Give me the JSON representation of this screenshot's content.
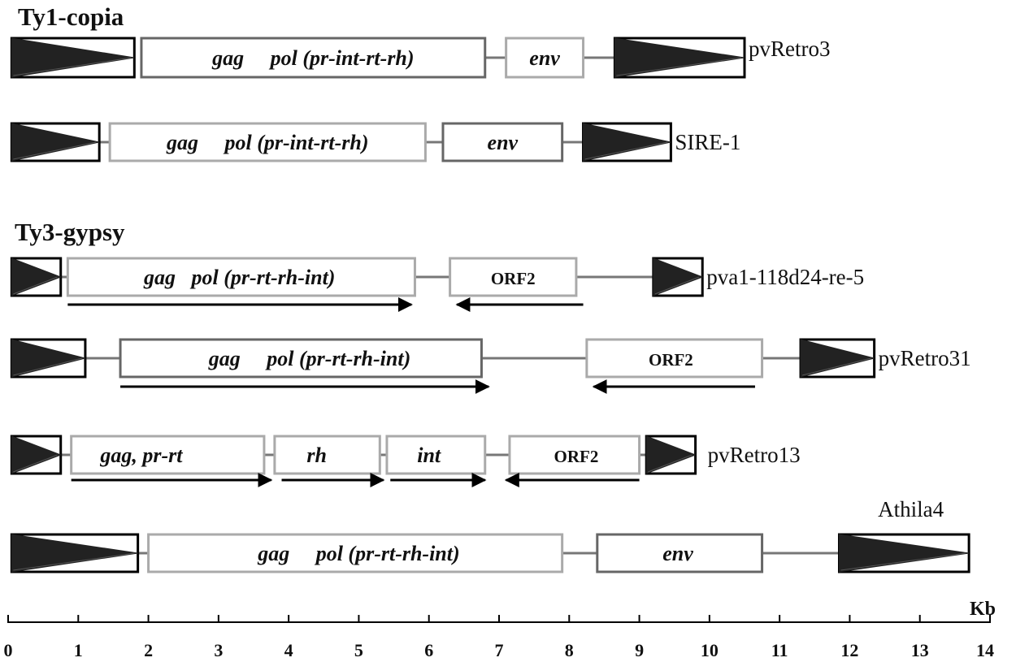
{
  "sections": [
    {
      "id": "ty1",
      "title": "Ty1-copia"
    },
    {
      "id": "ty3",
      "title": "Ty3-gypsy"
    }
  ],
  "elements": [
    {
      "id": "pvretro3",
      "name": "pvRetro3",
      "ltrs": [
        {
          "start": 0.05,
          "end": 1.8,
          "style": "black"
        },
        {
          "start": 8.65,
          "end": 10.5,
          "style": "black"
        }
      ],
      "connectors": [
        [
          6.8,
          7.1
        ],
        [
          8.2,
          8.65
        ]
      ],
      "genes": [
        {
          "label": "gag     pol (pr-int-rt-rh)",
          "start": 1.9,
          "end": 6.8,
          "stroke": "#666666",
          "text_kb": 4.35,
          "kind": "italic"
        },
        {
          "label": "env",
          "start": 7.1,
          "end": 8.2,
          "stroke": "#aaaaaa",
          "text_kb": 7.65,
          "kind": "italic"
        }
      ],
      "arrows": []
    },
    {
      "id": "sire1",
      "name": "SIRE-1",
      "ltrs": [
        {
          "start": 0.05,
          "end": 1.3,
          "style": "black"
        },
        {
          "start": 8.2,
          "end": 9.45,
          "style": "black"
        }
      ],
      "connectors": [
        [
          1.3,
          1.45
        ],
        [
          5.95,
          6.2
        ],
        [
          7.9,
          8.2
        ]
      ],
      "genes": [
        {
          "label": "gag     pol (pr-int-rt-rh)",
          "start": 1.45,
          "end": 5.95,
          "stroke": "#aaaaaa",
          "text_kb": 3.7,
          "kind": "italic"
        },
        {
          "label": "env",
          "start": 6.2,
          "end": 7.9,
          "stroke": "#666666",
          "text_kb": 7.05,
          "kind": "italic"
        }
      ],
      "arrows": []
    },
    {
      "id": "pva1",
      "name": "pva1-118d24-re-5",
      "ltrs": [
        {
          "start": 0.05,
          "end": 0.75,
          "style": "black"
        },
        {
          "start": 9.2,
          "end": 9.9,
          "style": "black"
        }
      ],
      "connectors": [
        [
          0.75,
          0.85
        ],
        [
          5.8,
          6.3
        ],
        [
          8.1,
          9.2
        ]
      ],
      "genes": [
        {
          "label": "gag   pol (pr-rt-rh-int)",
          "start": 0.85,
          "end": 5.8,
          "stroke": "#aaaaaa",
          "text_kb": 3.3,
          "kind": "italic"
        },
        {
          "label": "ORF2",
          "start": 6.3,
          "end": 8.1,
          "stroke": "#aaaaaa",
          "text_kb": 7.2,
          "kind": "orf"
        }
      ],
      "arrows": [
        {
          "from": 0.85,
          "to": 5.75,
          "direction": "right"
        },
        {
          "from": 6.4,
          "to": 8.2,
          "direction": "left"
        }
      ]
    },
    {
      "id": "pvretro31",
      "name": "pvRetro31",
      "ltrs": [
        {
          "start": 0.05,
          "end": 1.1,
          "style": "black"
        },
        {
          "start": 11.3,
          "end": 12.35,
          "style": "black"
        }
      ],
      "connectors": [
        [
          1.1,
          1.6
        ],
        [
          6.75,
          8.25
        ],
        [
          10.75,
          11.3
        ]
      ],
      "genes": [
        {
          "label": "gag     pol (pr-rt-rh-int)",
          "start": 1.6,
          "end": 6.75,
          "stroke": "#666666",
          "text_kb": 4.3,
          "kind": "italic"
        },
        {
          "label": "ORF2",
          "start": 8.25,
          "end": 10.75,
          "stroke": "#aaaaaa",
          "text_kb": 9.45,
          "kind": "orf"
        }
      ],
      "arrows": [
        {
          "from": 1.6,
          "to": 6.85,
          "direction": "right"
        },
        {
          "from": 8.35,
          "to": 10.65,
          "direction": "left"
        }
      ]
    },
    {
      "id": "pvretro13",
      "name": "pvRetro13",
      "ltrs": [
        {
          "start": 0.05,
          "end": 0.75,
          "style": "black"
        },
        {
          "start": 9.1,
          "end": 9.8,
          "style": "black"
        }
      ],
      "connectors": [
        [
          0.75,
          0.9
        ],
        [
          3.65,
          3.8
        ],
        [
          5.3,
          5.4
        ],
        [
          6.8,
          7.15
        ],
        [
          9.0,
          9.1
        ]
      ],
      "genes": [
        {
          "label": "gag, pr-rt",
          "start": 0.9,
          "end": 3.65,
          "stroke": "#aaaaaa",
          "text_kb": 1.9,
          "kind": "italic"
        },
        {
          "label": "rh",
          "start": 3.8,
          "end": 5.3,
          "stroke": "#aaaaaa",
          "text_kb": 4.4,
          "kind": "italic"
        },
        {
          "label": "int",
          "start": 5.4,
          "end": 6.8,
          "stroke": "#aaaaaa",
          "text_kb": 6.0,
          "kind": "italic"
        },
        {
          "label": "ORF2",
          "start": 7.15,
          "end": 9.0,
          "stroke": "#aaaaaa",
          "text_kb": 8.1,
          "kind": "orf"
        }
      ],
      "arrows": [
        {
          "from": 0.9,
          "to": 3.75,
          "direction": "right"
        },
        {
          "from": 3.9,
          "to": 5.35,
          "direction": "right"
        },
        {
          "from": 5.45,
          "to": 6.8,
          "direction": "right"
        },
        {
          "from": 7.1,
          "to": 9.0,
          "direction": "left"
        }
      ]
    },
    {
      "id": "athila4",
      "name": "Athila4",
      "ltrs": [
        {
          "start": 0.05,
          "end": 1.85,
          "style": "black"
        },
        {
          "start": 11.85,
          "end": 13.7,
          "style": "black"
        }
      ],
      "connectors": [
        [
          1.85,
          2.0
        ],
        [
          7.9,
          8.4
        ],
        [
          10.75,
          11.85
        ]
      ],
      "genes": [
        {
          "label": "gag     pol (pr-rt-rh-int)",
          "start": 2.0,
          "end": 7.9,
          "stroke": "#aaaaaa",
          "text_kb": 5.0,
          "kind": "italic"
        },
        {
          "label": "env",
          "start": 8.4,
          "end": 10.75,
          "stroke": "#666666",
          "text_kb": 9.55,
          "kind": "italic"
        }
      ],
      "arrows": []
    }
  ],
  "scale": {
    "unit": "Kb",
    "min": 0,
    "max": 14,
    "ticks": [
      "0",
      "1",
      "2",
      "3",
      "4",
      "5",
      "6",
      "7",
      "8",
      "9",
      "10",
      "11",
      "12",
      "13",
      "14"
    ]
  },
  "colors": {
    "ltr_fill": "#222222",
    "ltr_border": "#000000",
    "connector": "#777777",
    "arrow": "#000000",
    "axis": "#000000"
  }
}
